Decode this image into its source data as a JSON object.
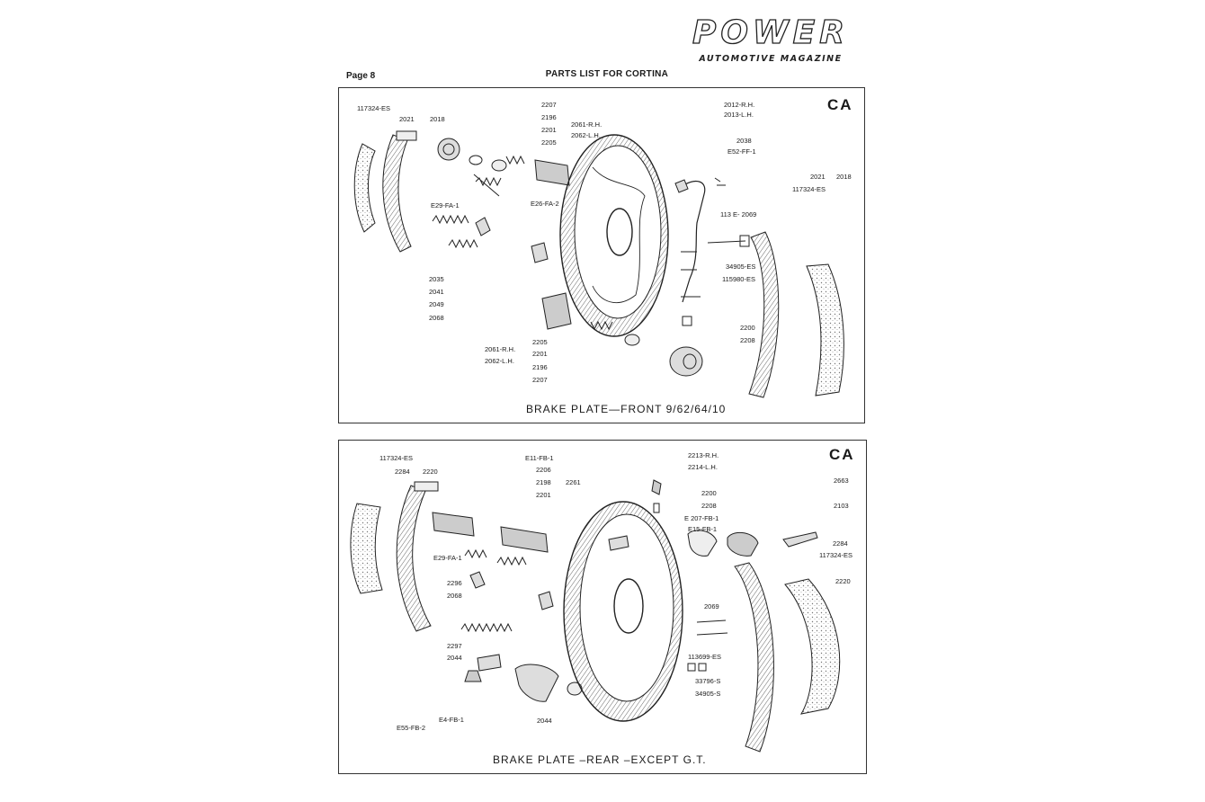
{
  "branding": {
    "logo_main": "POWER",
    "logo_sub": "AUTOMOTIVE MAGAZINE"
  },
  "header": {
    "page_label": "Page 8",
    "title": "PARTS LIST FOR CORTINA"
  },
  "front_panel": {
    "tag": "CA",
    "caption": "BRAKE PLATE—FRONT 9/62/64/10",
    "labels": {
      "p117324es_a": "117324-ES",
      "p2021_a": "2021",
      "p2018_a": "2018",
      "p2207_a": "2207",
      "p2196_a": "2196",
      "p2201_a": "2201",
      "p2205_a": "2205",
      "p2061rh_a": "2061-R.H.",
      "p2062lh_a": "2062-L.H.",
      "p2012rh": "2012-R.H.",
      "p2013lh": "2013-L.H.",
      "p2038": "2038",
      "e52ff1": "E52-FF-1",
      "e29fa1_a": "E29-FA-1",
      "e26fa2": "E26-FA-2",
      "p113e2069": "113 E- 2069",
      "p2021_b": "2021",
      "p117324es_b": "117324-ES",
      "p2018_b": "2018",
      "p2035": "2035",
      "p2041": "2041",
      "p2049": "2049",
      "p2068_a": "2068",
      "p34905es": "34905-ES",
      "p115980es": "115980-ES",
      "p2200_a": "2200",
      "p2208_a": "2208",
      "p2205_b": "2205",
      "p2061rh_b": "2061-R.H.",
      "p2201_b": "2201",
      "p2062lh_b": "2062-L.H.",
      "p2196_b": "2196",
      "p2207_b": "2207"
    }
  },
  "rear_panel": {
    "tag": "CA",
    "caption": "BRAKE PLATE –REAR –EXCEPT G.T.",
    "labels": {
      "p117324es_a": "117324-ES",
      "p2284_a": "2284",
      "p2220_a": "2220",
      "e11fb1": "E11-FB-1",
      "p2206": "2206",
      "p2198": "2198",
      "p2201": "2201",
      "p2261": "2261",
      "p2213rh": "2213-R.H.",
      "p2214lh": "2214-L.H.",
      "p2200": "2200",
      "p2208": "2208",
      "p2663": "2663",
      "p2103": "2103",
      "e207fb1": "E 207-FB-1",
      "e15fb1": "E15-FB-1",
      "e29fa1": "E29-FA-1",
      "p2296": "2296",
      "p2068": "2068",
      "p2284_b": "2284",
      "p117324es_b": "117324-ES",
      "p2220_b": "2220",
      "p2069": "2069",
      "p2297": "2297",
      "p2044_a": "2044",
      "p113699es": "113699-ES",
      "p33796s": "33796-S",
      "p34905s": "34905-S",
      "e55fb2": "E55-FB-2",
      "e4fb1": "E4-FB-1",
      "p2044_b": "2044"
    }
  }
}
